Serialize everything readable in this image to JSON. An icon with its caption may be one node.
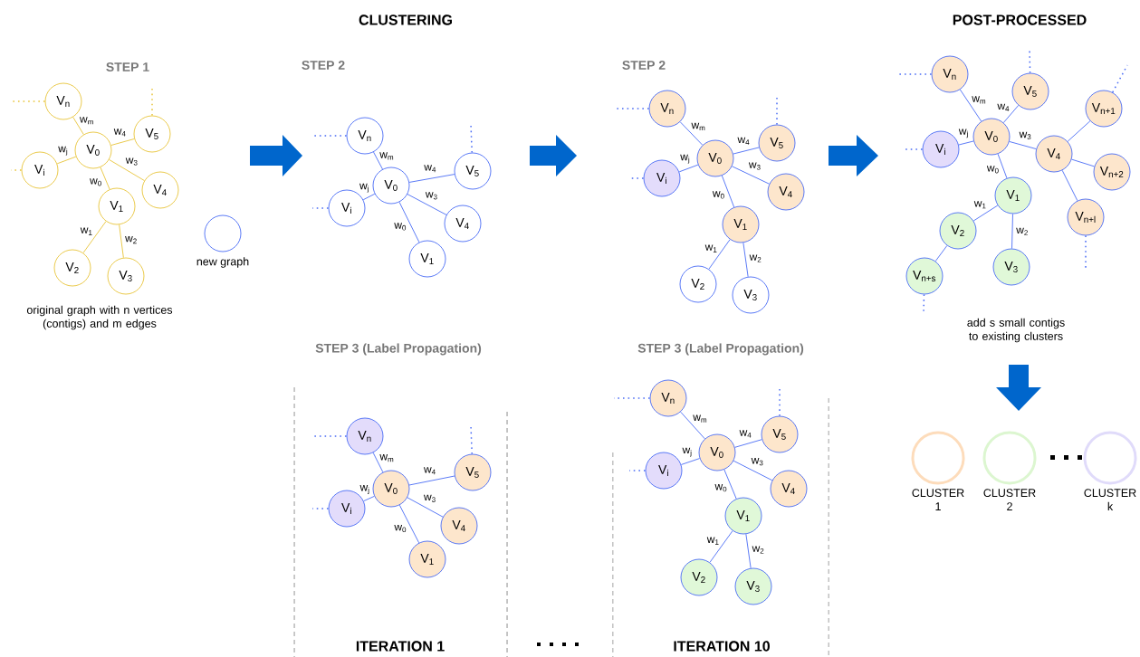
{
  "diagram": {
    "nodes": [
      {
        "text": [
          "V$_{n}$"
        ]
      },
      {
        "text": [
          "V$_{5}$"
        ]
      },
      {
        "text": [
          "V$_{0}$"
        ]
      },
      {
        "text": [
          "V$_{i}$"
        ]
      },
      {
        "text": [
          "V$_{4}$"
        ]
      },
      {
        "text": [
          "V$_{1}$"
        ]
      },
      {
        "text": [
          "V$_{2}$"
        ]
      },
      {
        "text": [
          "V$_{3}$"
        ]
      },
      {
        "text": [],
        "shape": "circle",
        "beside": [
          "new graph"
        ]
      },
      {
        "text": [
          "V$_{n}$"
        ]
      },
      {
        "text": [
          "V$_{5}$"
        ]
      },
      {
        "text": [
          "V$_{0}$"
        ]
      },
      {
        "text": [
          "V$_{i}$"
        ]
      },
      {
        "text": [
          "V$_{4}$"
        ]
      },
      {
        "text": [
          "V$_{1}$"
        ]
      },
      {
        "text": [
          "V$_{n}$"
        ]
      },
      {
        "text": [
          "V$_{5}$"
        ]
      },
      {
        "text": [
          "V$_{0}$"
        ]
      },
      {
        "text": [
          "V$_{i}$"
        ]
      },
      {
        "text": [
          "V$_{4}$"
        ]
      },
      {
        "text": [
          "V$_{1}$"
        ]
      },
      {
        "text": [
          "V$_{2}$"
        ]
      },
      {
        "text": [
          "V$_{3}$"
        ]
      },
      {
        "text": [
          "V$_{n}$"
        ]
      },
      {
        "text": [
          "V$_{5}$"
        ]
      },
      {
        "text": [
          "V$_{0}$"
        ]
      },
      {
        "text": [
          "V$_{i}$"
        ]
      },
      {
        "text": [
          "V$_{4}$"
        ]
      },
      {
        "text": [
          "V$_{n+1}$"
        ]
      },
      {
        "text": [
          "V$_{n+2}$"
        ]
      },
      {
        "text": [
          "V$_{n+l}$"
        ]
      },
      {
        "text": [
          "V$_{1}$"
        ]
      },
      {
        "text": [
          "V$_{2}$"
        ]
      },
      {
        "text": [
          "V$_{3}$"
        ]
      },
      {
        "text": [
          "V$_{n+s}$"
        ]
      },
      {
        "text": [
          "V$_{n}$"
        ]
      },
      {
        "text": [
          "V$_{5}$"
        ]
      },
      {
        "text": [
          "V$_{0}$"
        ]
      },
      {
        "text": [
          "V$_{i}$"
        ]
      },
      {
        "text": [
          "V$_{4}$"
        ]
      },
      {
        "text": [
          "V$_{1}$"
        ]
      },
      {
        "text": [
          "V$_{n}$"
        ]
      },
      {
        "text": [
          "V$_{5}$"
        ]
      },
      {
        "text": [
          "V$_{0}$"
        ]
      },
      {
        "text": [
          "V$_{i}$"
        ]
      },
      {
        "text": [
          "V$_{4}$"
        ]
      },
      {
        "text": [
          "V$_{1}$"
        ]
      },
      {
        "text": [
          "V$_{2}$"
        ]
      },
      {
        "text": [
          "V$_{3}$"
        ]
      },
      {
        "text": [],
        "shape": "circle",
        "beside": [
          "CLUSTER 1"
        ]
      },
      {
        "text": [],
        "shape": "circle",
        "beside": [
          "CLUSTER 2"
        ]
      },
      {
        "text": [],
        "shape": "circle",
        "beside": [
          "CLUSTER k"
        ]
      }
    ],
    "edges": [
      {
        "from": 0,
        "to": 2,
        "arrow": "none",
        "label": "w$_{m}$",
        "color": "#e8c43a"
      },
      {
        "from": 2,
        "to": 1,
        "arrow": "none",
        "label": "w$_{4}$",
        "color": "#e8c43a"
      },
      {
        "from": 3,
        "to": 2,
        "arrow": "none",
        "label": "w$_{j}$",
        "color": "#e8c43a"
      },
      {
        "from": 2,
        "to": 4,
        "arrow": "none",
        "label": "w$_{3}$",
        "color": "#e8c43a"
      },
      {
        "from": 2,
        "to": 5,
        "arrow": "none",
        "label": "w$_{0}$",
        "color": "#e8c43a"
      },
      {
        "from": 5,
        "to": 6,
        "arrow": "none",
        "label": "w$_{1}$",
        "color": "#e8c43a"
      },
      {
        "from": 5,
        "to": 7,
        "arrow": "none",
        "label": "w$_{2}$",
        "color": "#e8c43a"
      },
      {
        "from": 0,
        "to": null,
        "arrow": "none",
        "style": "dashed",
        "color": "#e8c43a"
      },
      {
        "from": 1,
        "to": null,
        "arrow": "none",
        "style": "dashed",
        "color": "#e8c43a"
      },
      {
        "from": 3,
        "to": null,
        "arrow": "none",
        "style": "dashed",
        "color": "#e8c43a"
      },
      {
        "from": 9,
        "to": 11,
        "arrow": "none",
        "label": "w$_{m}$"
      },
      {
        "from": 11,
        "to": 10,
        "arrow": "none",
        "label": "w$_{4}$"
      },
      {
        "from": 12,
        "to": 11,
        "arrow": "none",
        "label": "w$_{j}$"
      },
      {
        "from": 11,
        "to": 13,
        "arrow": "none",
        "label": "w$_{3}$"
      },
      {
        "from": 11,
        "to": 14,
        "arrow": "none",
        "label": "w$_{0}$"
      },
      {
        "from": 9,
        "to": null,
        "arrow": "none",
        "style": "dashed"
      },
      {
        "from": 10,
        "to": null,
        "arrow": "none",
        "style": "dashed"
      },
      {
        "from": 12,
        "to": null,
        "arrow": "none",
        "style": "dashed"
      },
      {
        "from": 15,
        "to": 17,
        "arrow": "none",
        "label": "w$_{m}$"
      },
      {
        "from": 17,
        "to": 16,
        "arrow": "none",
        "label": "w$_{4}$"
      },
      {
        "from": 18,
        "to": 17,
        "arrow": "none",
        "label": "w$_{j}$"
      },
      {
        "from": 17,
        "to": 19,
        "arrow": "none",
        "label": "w$_{3}$"
      },
      {
        "from": 17,
        "to": 20,
        "arrow": "none",
        "label": "w$_{0}$"
      },
      {
        "from": 20,
        "to": 21,
        "arrow": "none",
        "label": "w$_{1}$"
      },
      {
        "from": 20,
        "to": 22,
        "arrow": "none",
        "label": "w$_{2}$"
      },
      {
        "from": 15,
        "to": null,
        "arrow": "none",
        "style": "dashed"
      },
      {
        "from": 16,
        "to": null,
        "arrow": "none",
        "style": "dashed"
      },
      {
        "from": 18,
        "to": null,
        "arrow": "none",
        "style": "dashed"
      },
      {
        "from": 23,
        "to": 25,
        "arrow": "none",
        "label": "w$_{m}$"
      },
      {
        "from": 25,
        "to": 24,
        "arrow": "none",
        "label": "w$_{4}$"
      },
      {
        "from": 26,
        "to": 25,
        "arrow": "none",
        "label": "w$_{j}$"
      },
      {
        "from": 25,
        "to": 27,
        "arrow": "none",
        "label": "w$_{3}$"
      },
      {
        "from": 25,
        "to": 31,
        "arrow": "none",
        "label": "w$_{0}$"
      },
      {
        "from": 31,
        "to": 32,
        "arrow": "none",
        "label": "w$_{1}$"
      },
      {
        "from": 31,
        "to": 33,
        "arrow": "none",
        "label": "w$_{2}$"
      },
      {
        "from": 27,
        "to": 28,
        "arrow": "none"
      },
      {
        "from": 27,
        "to": 29,
        "arrow": "none"
      },
      {
        "from": 27,
        "to": 30,
        "arrow": "none"
      },
      {
        "from": 32,
        "to": 34,
        "arrow": "none"
      },
      {
        "from": 23,
        "to": null,
        "arrow": "none",
        "style": "dashed"
      },
      {
        "from": 24,
        "to": null,
        "arrow": "none",
        "style": "dashed"
      },
      {
        "from": 26,
        "to": null,
        "arrow": "none",
        "style": "dashed"
      },
      {
        "from": 28,
        "to": null,
        "arrow": "none",
        "style": "dashed"
      },
      {
        "from": 30,
        "to": null,
        "arrow": "none",
        "style": "dashed"
      },
      {
        "from": 34,
        "to": null,
        "arrow": "none",
        "style": "dashed"
      },
      {
        "from": 35,
        "to": 37,
        "arrow": "none",
        "label": "w$_{m}$"
      },
      {
        "from": 37,
        "to": 36,
        "arrow": "none",
        "label": "w$_{4}$"
      },
      {
        "from": 38,
        "to": 37,
        "arrow": "none",
        "label": "w$_{j}$"
      },
      {
        "from": 37,
        "to": 39,
        "arrow": "none",
        "label": "w$_{3}$"
      },
      {
        "from": 37,
        "to": 40,
        "arrow": "none",
        "label": "w$_{0}$"
      },
      {
        "from": 35,
        "to": null,
        "arrow": "none",
        "style": "dashed"
      },
      {
        "from": 36,
        "to": null,
        "arrow": "none",
        "style": "dashed"
      },
      {
        "from": 38,
        "to": null,
        "arrow": "none",
        "style": "dashed"
      },
      {
        "from": 41,
        "to": 43,
        "arrow": "none",
        "label": "w$_{m}$"
      },
      {
        "from": 43,
        "to": 42,
        "arrow": "none",
        "label": "w$_{4}$"
      },
      {
        "from": 44,
        "to": 43,
        "arrow": "none",
        "label": "w$_{j}$"
      },
      {
        "from": 43,
        "to": 45,
        "arrow": "none",
        "label": "w$_{3}$"
      },
      {
        "from": 43,
        "to": 46,
        "arrow": "none",
        "label": "w$_{0}$"
      },
      {
        "from": 46,
        "to": 47,
        "arrow": "none",
        "label": "w$_{1}$"
      },
      {
        "from": 46,
        "to": 48,
        "arrow": "none",
        "label": "w$_{2}$"
      },
      {
        "from": 41,
        "to": null,
        "arrow": "none",
        "style": "dashed"
      },
      {
        "from": 42,
        "to": null,
        "arrow": "none",
        "style": "dashed"
      },
      {
        "from": 44,
        "to": null,
        "arrow": "none",
        "style": "dashed"
      }
    ],
    "labels": [
      "CLUSTERING",
      "POST-PROCESSED",
      "STEP 1",
      "STEP 2",
      "STEP 2",
      "original graph with n vertices (contigs) and m edges",
      "add s small contigs to existing clusters",
      "STEP 3 (Label Propagation)",
      "STEP 3 (Label Propagation)",
      "ITERATION 1",
      "ITERATION 10"
    ]
  }
}
